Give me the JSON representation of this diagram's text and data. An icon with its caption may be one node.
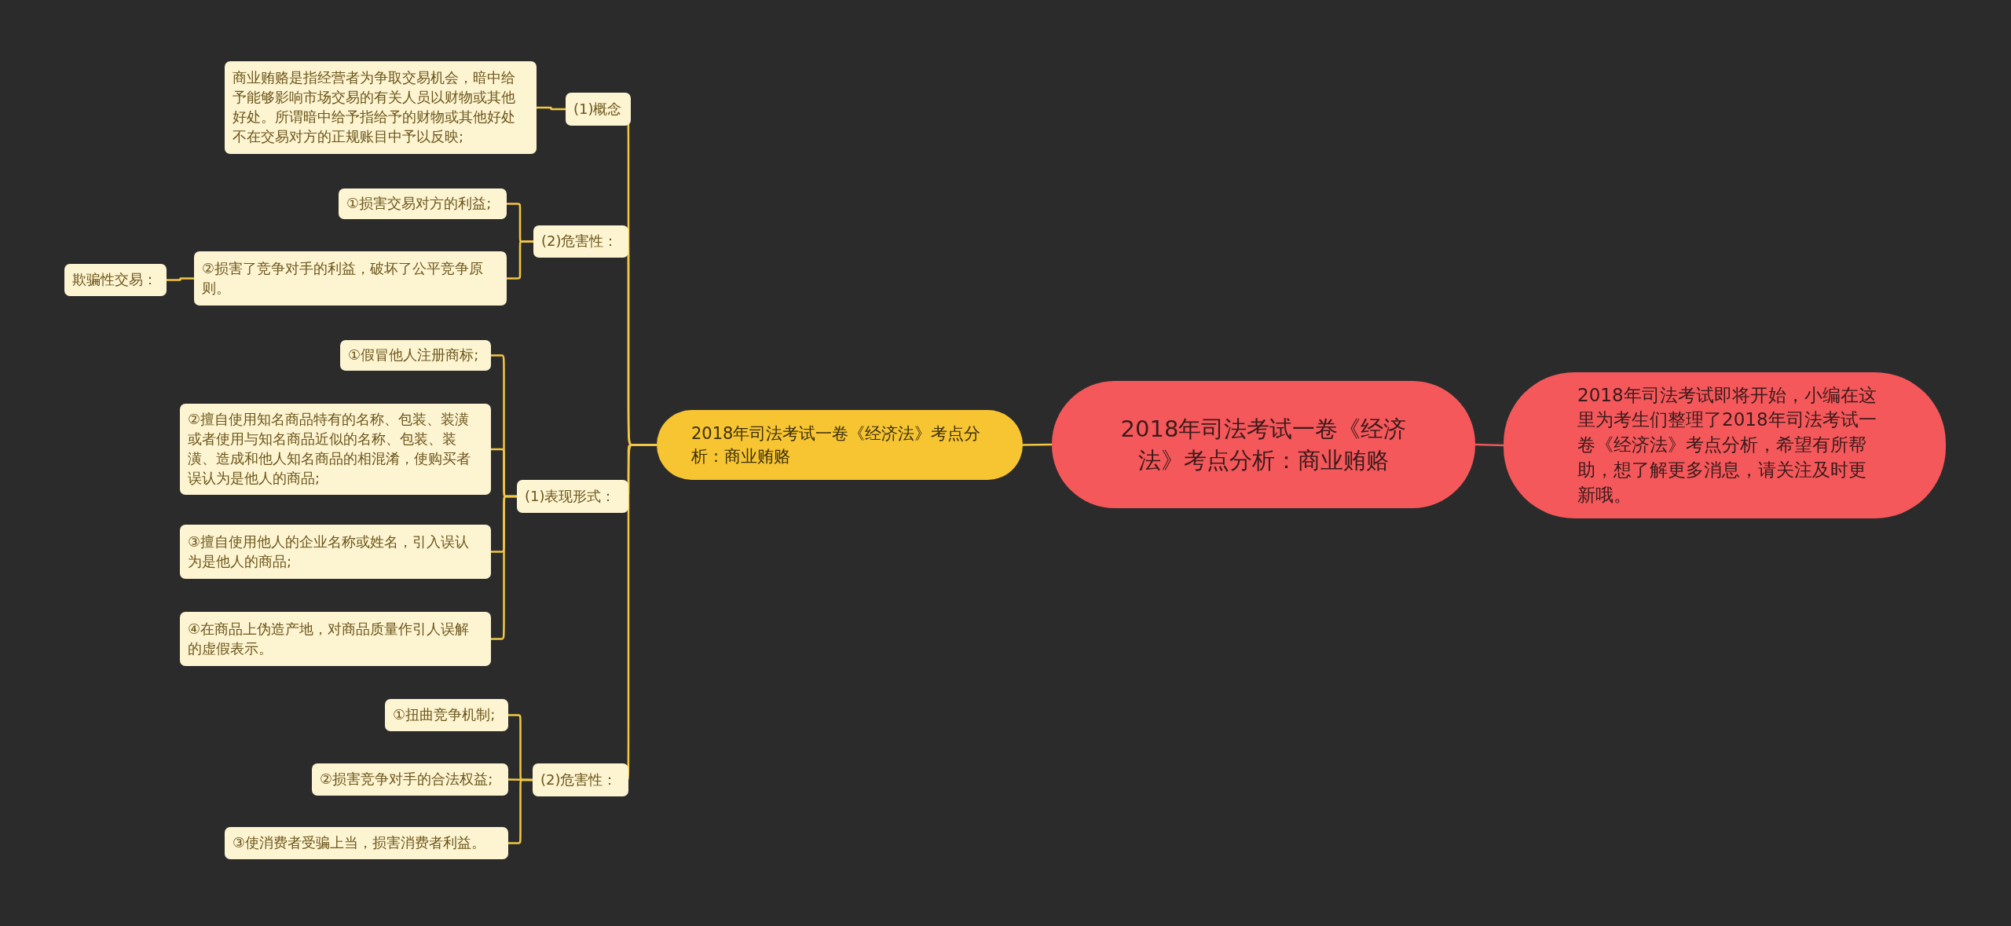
{
  "diagram": {
    "nodes": [
      {
        "text": [
          "2018年司法考试一卷《经济法》考点分析：商业贿赂"
        ]
      },
      {
        "text": [
          "2018年司法考试即将开始，小编在这里为考生们整理了2018年司法考试一卷《经济法》考点分析，希望有所帮助，想了解更多消息，请关注及时更新哦。"
        ]
      },
      {
        "text": [
          "2018年司法考试一卷《经济法》考点分析：商业贿赂"
        ]
      },
      {
        "text": [
          "(1)概念"
        ]
      },
      {
        "text": [
          "商业贿赂是指经营者为争取交易机会，暗中给予能够影响市场交易的有关人员以财物或其他好处。所谓暗中给予指给予的财物或其他好处不在交易对方的正规账目中予以反映;"
        ]
      },
      {
        "text": [
          "(2)危害性："
        ]
      },
      {
        "text": [
          "①损害交易对方的利益;"
        ]
      },
      {
        "text": [
          "②损害了竞争对手的利益，破坏了公平竞争原则。"
        ]
      },
      {
        "text": [
          "欺骗性交易："
        ]
      },
      {
        "text": [
          "(1)表现形式："
        ]
      },
      {
        "text": [
          "①假冒他人注册商标;"
        ]
      },
      {
        "text": [
          "②擅自使用知名商品特有的名称、包装、装潢或者使用与知名商品近似的名称、包装、装潢、造成和他人知名商品的相混淆，使购买者误认为是他人的商品;"
        ]
      },
      {
        "text": [
          "③擅自使用他人的企业名称或姓名，引入误认为是他人的商品;"
        ]
      },
      {
        "text": [
          "④在商品上伪造产地，对商品质量作引人误解的虚假表示。"
        ]
      },
      {
        "text": [
          "(2)危害性："
        ]
      },
      {
        "text": [
          "①扭曲竞争机制;"
        ]
      },
      {
        "text": [
          "②损害竞争对手的合法权益;"
        ]
      },
      {
        "text": [
          "③使消费者受骗上当，损害消费者利益。"
        ]
      }
    ],
    "edges": [
      {
        "from": 0,
        "to": 1,
        "arrow": "none",
        "color": "#e8585a"
      },
      {
        "from": 0,
        "to": 2,
        "arrow": "none"
      },
      {
        "from": 2,
        "to": 3,
        "arrow": "none"
      },
      {
        "from": 3,
        "to": 4,
        "arrow": "none"
      },
      {
        "from": 2,
        "to": 5,
        "arrow": "none"
      },
      {
        "from": 5,
        "to": 6,
        "arrow": "none"
      },
      {
        "from": 5,
        "to": 7,
        "arrow": "none"
      },
      {
        "from": 7,
        "to": 8,
        "arrow": "none"
      },
      {
        "from": 2,
        "to": 9,
        "arrow": "none"
      },
      {
        "from": 9,
        "to": 10,
        "arrow": "none"
      },
      {
        "from": 9,
        "to": 11,
        "arrow": "none"
      },
      {
        "from": 9,
        "to": 12,
        "arrow": "none"
      },
      {
        "from": 9,
        "to": 13,
        "arrow": "none"
      },
      {
        "from": 2,
        "to": 14,
        "arrow": "none"
      },
      {
        "from": 14,
        "to": 15,
        "arrow": "none"
      },
      {
        "from": 14,
        "to": 16,
        "arrow": "none"
      },
      {
        "from": 14,
        "to": 17,
        "arrow": "none"
      }
    ]
  }
}
